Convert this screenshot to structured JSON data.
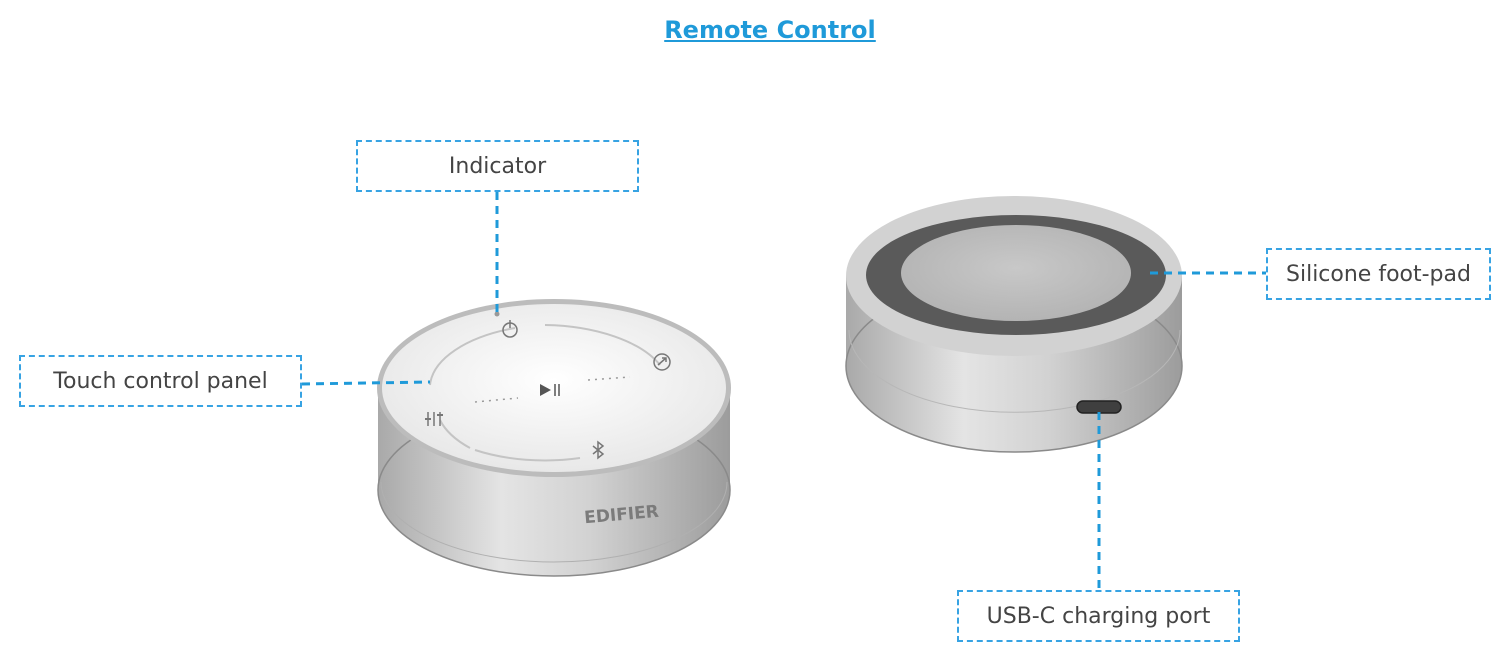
{
  "title": "Remote Control",
  "labels": {
    "indicator": "Indicator",
    "touch_panel": "Touch control panel",
    "foot_pad": "Silicone foot-pad",
    "usb_port": "USB-C charging port"
  },
  "brand_text": "EDIFIER",
  "colors": {
    "accent": "#37a3e3",
    "title": "#1f9ad9",
    "body": "#c9c9c9",
    "padDark": "#5a5a5a",
    "padLight": "#bdbdbd"
  }
}
